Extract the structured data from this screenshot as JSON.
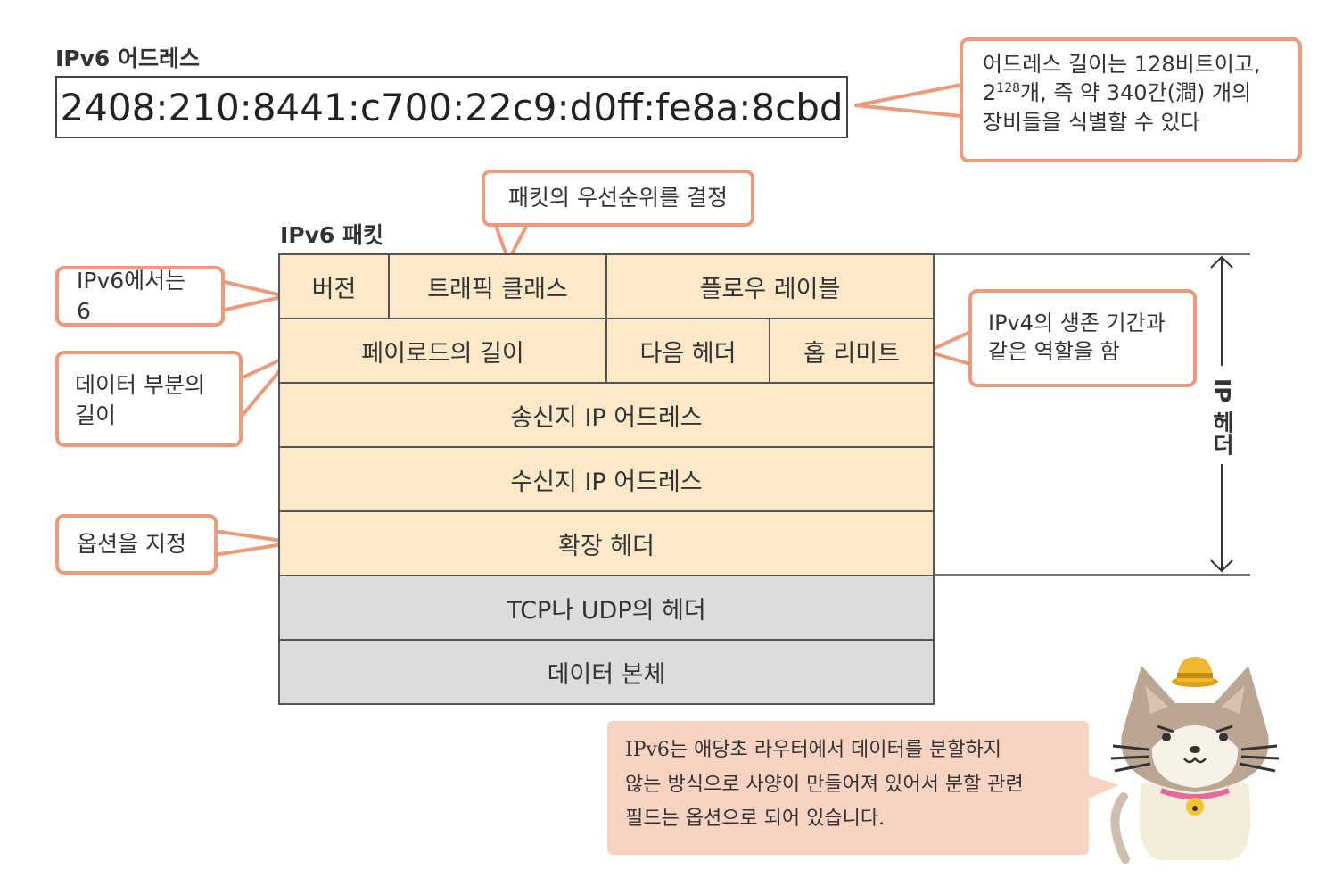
{
  "address_section": {
    "title": "IPv6 어드레스",
    "address": "2408:210:8441:c700:22c9:d0ff:fe8a:8cbd"
  },
  "packet_section": {
    "title": "IPv6 패킷",
    "header_label": "IP 헤더",
    "rows": {
      "version": "버전",
      "traffic_class": "트래픽 클래스",
      "flow_label": "플로우 레이블",
      "payload_length": "페이로드의 길이",
      "next_header": "다음 헤더",
      "hop_limit": "홉 리미트",
      "source_address": "송신지 IP 어드레스",
      "destination_address": "수신지 IP 어드레스",
      "extension_header": "확장 헤더",
      "tcp_udp_header": "TCP나 UDP의 헤더",
      "data_body": "데이터 본체"
    }
  },
  "callouts": {
    "address_length_line1": "어드레스 길이는 128비트이고,",
    "address_length_line2_base": "2",
    "address_length_line2_sup": "128",
    "address_length_line2_rest": "개, 즉 약 340간(澗) 개의",
    "address_length_line3": "장비들을 식별할 수 있다",
    "priority": "패킷의 우선순위를 결정",
    "version_note": "IPv6에서는 6",
    "data_length_line1": "데이터 부분의",
    "data_length_line2": "길이",
    "options": "옵션을 지정",
    "hop_line1": "IPv4의 생존 기간과",
    "hop_line2": "같은 역할을 함"
  },
  "speech": {
    "line1": "IPv6는 애당초 라우터에서 데이터를 분할하지",
    "line2": "않는 방식으로 사양이 만들어져 있어서 분할 관련",
    "line3": "필드는 옵션으로 되어 있습니다."
  },
  "colors": {
    "callout_border": "#ec9a7c",
    "header_fill": "#fde9c7",
    "payload_fill": "#dcdcdc",
    "speech_fill": "#f8d3c1"
  }
}
